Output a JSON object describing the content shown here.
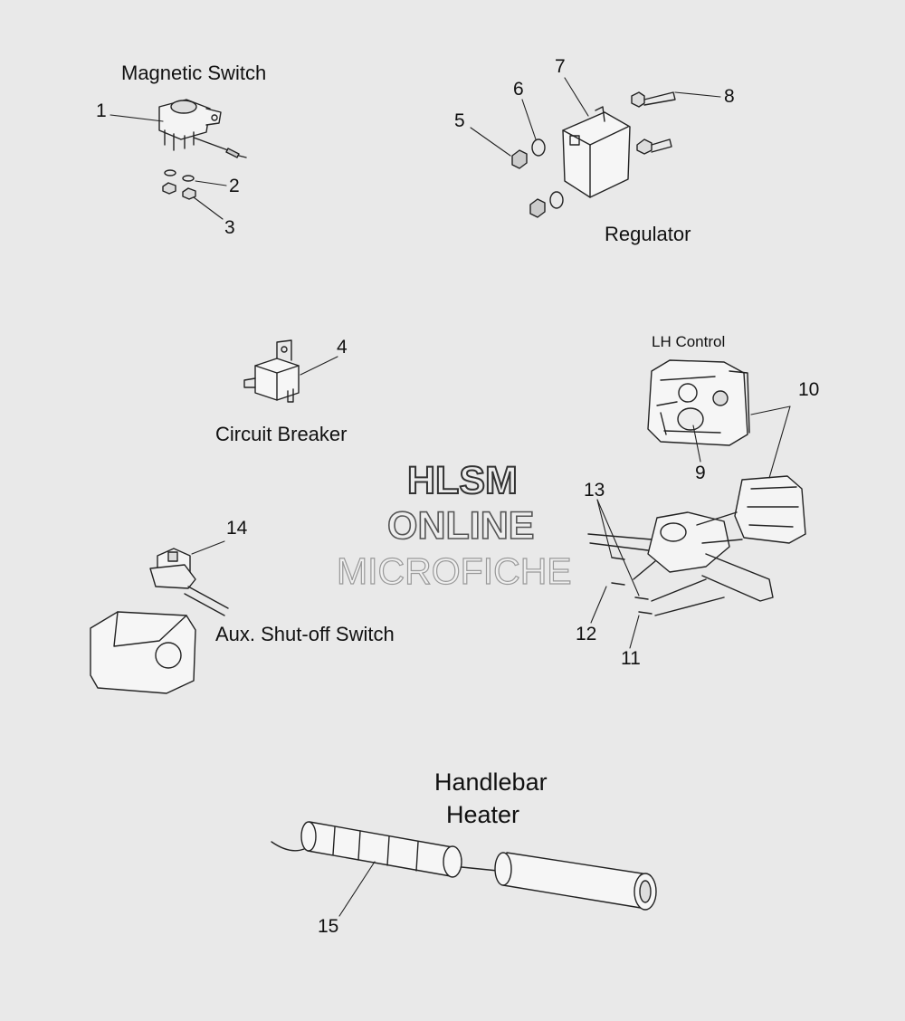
{
  "sections": {
    "magnetic_switch": "Magnetic Switch",
    "regulator": "Regulator",
    "circuit_breaker": "Circuit Breaker",
    "lh_control": "LH Control",
    "aux_shutoff": "Aux. Shut-off Switch",
    "handlebar_heater_line1": "Handlebar",
    "handlebar_heater_line2": "Heater"
  },
  "callouts": [
    "1",
    "2",
    "3",
    "4",
    "5",
    "6",
    "7",
    "8",
    "9",
    "10",
    "11",
    "12",
    "13",
    "14",
    "15"
  ],
  "watermark": {
    "line1": "HLSM",
    "line2": "ONLINE",
    "line3": "MICROFICHE"
  }
}
